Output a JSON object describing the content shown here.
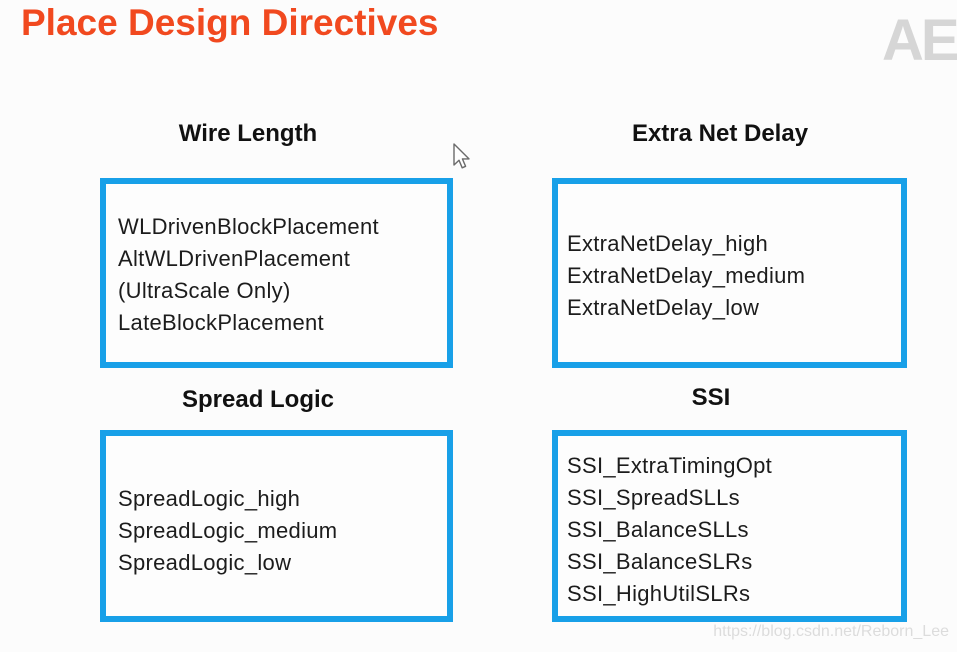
{
  "page": {
    "title": "Place Design Directives",
    "logo_fragment": "AE",
    "watermark": "https://blog.csdn.net/Reborn_Lee"
  },
  "colors": {
    "title": "#F1491F",
    "box_border": "#18A0E8",
    "heading_text": "#111111",
    "body_text": "#1c1c1c",
    "watermark": "#dcdcdc",
    "logo": "#d6d6d6"
  },
  "groups": [
    {
      "heading": "Wire Length",
      "items": [
        "WLDrivenBlockPlacement",
        "AltWLDrivenPlacement",
        "(UltraScale Only)",
        "LateBlockPlacement"
      ]
    },
    {
      "heading": "Extra Net Delay",
      "items": [
        "ExtraNetDelay_high",
        "ExtraNetDelay_medium",
        "ExtraNetDelay_low"
      ]
    },
    {
      "heading": "Spread Logic",
      "items": [
        "SpreadLogic_high",
        "SpreadLogic_medium",
        "SpreadLogic_low"
      ]
    },
    {
      "heading": "SSI",
      "items": [
        "SSI_ExtraTimingOpt",
        "SSI_SpreadSLLs",
        "SSI_BalanceSLLs",
        "SSI_BalanceSLRs",
        "SSI_HighUtilSLRs"
      ]
    }
  ]
}
